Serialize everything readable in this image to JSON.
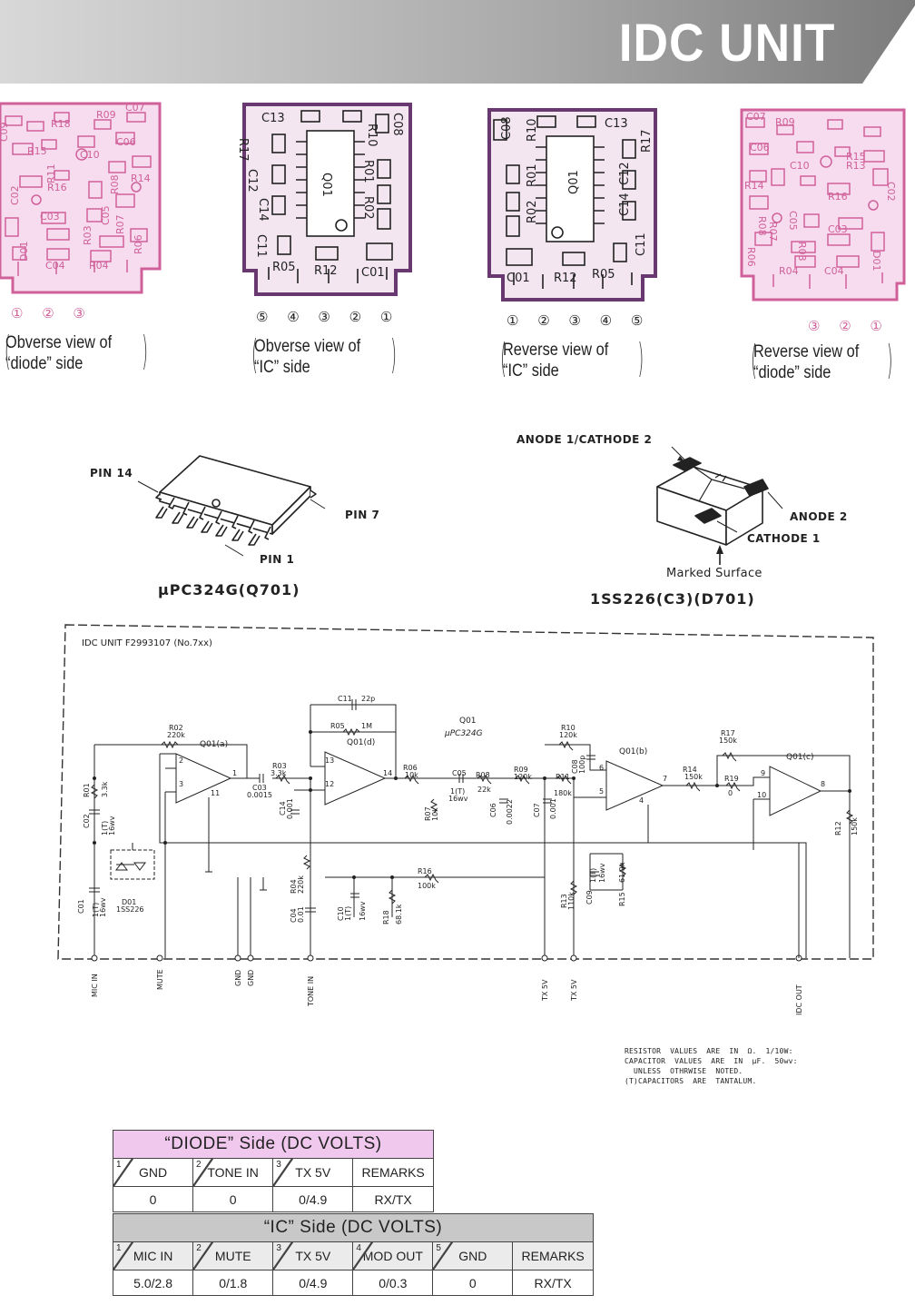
{
  "banner": {
    "title": "IDC UNIT"
  },
  "boards": [
    {
      "name": "obverse-diode",
      "caption_l1": "Obverse view of",
      "caption_l2": "“diode” side",
      "pins": "① ② ③",
      "parts": [
        "C09",
        "R18",
        "R09",
        "C07",
        "R15",
        "C10",
        "C06",
        "R13",
        "R11",
        "R16",
        "R14",
        "R08",
        "C02",
        "C05",
        "C03",
        "R03",
        "R07",
        "R06",
        "D01",
        "C04",
        "R04"
      ]
    },
    {
      "name": "obverse-ic",
      "caption_l1": "Obverse view of",
      "caption_l2": "“IC” side",
      "pins": "⑤ ④ ③ ② ①",
      "parts": [
        "C13",
        "R10",
        "C08",
        "R17",
        "Q01",
        "R01",
        "C12",
        "R02",
        "C14",
        "C11",
        "R05",
        "R12",
        "C01"
      ]
    },
    {
      "name": "reverse-ic",
      "caption_l1": "Reverse view of",
      "caption_l2": "“IC” side",
      "pins": "① ② ③ ④ ⑤",
      "parts": [
        "C08",
        "R10",
        "C13",
        "R17",
        "R01",
        "Q01",
        "C12",
        "R02",
        "C14",
        "C11",
        "C01",
        "R12",
        "R05"
      ]
    },
    {
      "name": "reverse-diode",
      "caption_l1": "Reverse view of",
      "caption_l2": "“diode” side",
      "pins": "③ ② ①",
      "parts": [
        "C07",
        "R09",
        "C06",
        "R15",
        "C10",
        "R13",
        "R14",
        "R16",
        "C05",
        "R08",
        "R07",
        "C03",
        "R03",
        "R06",
        "D01",
        "R04",
        "C04",
        "C02"
      ]
    }
  ],
  "ic_drawing": {
    "pin14": "PIN 14",
    "pin7": "PIN 7",
    "pin1": "PIN 1",
    "part": "μPC324G(Q701)"
  },
  "diode_drawing": {
    "anode1": "ANODE 1/CATHODE 2",
    "anode2": "ANODE 2",
    "cathode1": "CATHODE 1",
    "marked": "Marked Surface",
    "part": "1SS226(C3)(D701)"
  },
  "schematic": {
    "title": "IDC UNIT F2993107 (No.7xx)",
    "q01_label": "Q01",
    "q01_part": "μPC324G",
    "amps": [
      "Q01(a)",
      "Q01(d)",
      "Q01(b)",
      "Q01(c)"
    ],
    "components": {
      "R02": [
        "R02",
        "220k"
      ],
      "R01": [
        "R01",
        "3.3k"
      ],
      "C02": [
        "C02",
        "1(T)",
        "16wv"
      ],
      "D01": [
        "D01",
        "1SS226"
      ],
      "C01": [
        "C01",
        "1(T)",
        "16wv"
      ],
      "C11": [
        "C11",
        "22p"
      ],
      "R05": [
        "R05",
        "1M"
      ],
      "R03": [
        "R03",
        "3.3k"
      ],
      "C03": [
        "C03",
        "0.0015"
      ],
      "C14": [
        "C14",
        "0.001"
      ],
      "R04": [
        "R04",
        "220k"
      ],
      "C04": [
        "C04",
        "0.01"
      ],
      "R06": [
        "R06",
        "10k"
      ],
      "R07": [
        "R07",
        "10k"
      ],
      "C05": [
        "C05",
        "1(T)",
        "16wv"
      ],
      "R08": [
        "R08",
        "22k"
      ],
      "C06": [
        "C06",
        "0.0022"
      ],
      "R09": [
        "R09",
        "120k"
      ],
      "C07": [
        "C07",
        "0.001"
      ],
      "R10": [
        "R10",
        "120k"
      ],
      "C08": [
        "C08",
        "100p"
      ],
      "R11": [
        "R11",
        "180k"
      ],
      "R14": [
        "R14",
        "150k"
      ],
      "R17": [
        "R17",
        "150k"
      ],
      "R19": [
        "R19",
        "0"
      ],
      "R12": [
        "R12",
        "150k"
      ],
      "R16": [
        "R16",
        "100k"
      ],
      "R13": [
        "R13",
        "110k"
      ],
      "C09": [
        "C09",
        "1(T)",
        "16wv"
      ],
      "R15": [
        "R15",
        "61.9k"
      ],
      "C10": [
        "C10",
        "1(T)",
        "16wv"
      ],
      "R18": [
        "R18",
        "68.1k"
      ]
    },
    "pins": [
      "2",
      "3",
      "1",
      "11",
      "13",
      "12",
      "14",
      "6",
      "5",
      "7",
      "4",
      "9",
      "10",
      "8"
    ],
    "terminals": [
      "MIC IN",
      "MUTE",
      "GND",
      "GND",
      "TONE IN",
      "TX 5V",
      "TX 5V",
      "IDC OUT"
    ]
  },
  "notes": "RESISTOR  VALUES  ARE  IN  Ω.  1/10W:\nCAPACITOR  VALUES  ARE  IN  μF.  50wv:\n  UNLESS  OTHRWISE  NOTED.\n(T)CAPACITORS  ARE  TANTALUM.",
  "diode_table": {
    "title": "“DIODE” Side  (DC VOLTS)",
    "headers": [
      {
        "n": "1",
        "label": "GND"
      },
      {
        "n": "2",
        "label": "TONE IN"
      },
      {
        "n": "3",
        "label": "TX 5V"
      },
      {
        "n": "",
        "label": "REMARKS"
      }
    ],
    "values": [
      "0",
      "0",
      "0/4.9",
      "RX/TX"
    ]
  },
  "ic_table": {
    "title": "“IC” Side  (DC VOLTS)",
    "headers": [
      {
        "n": "1",
        "label": "MIC IN"
      },
      {
        "n": "2",
        "label": "MUTE"
      },
      {
        "n": "3",
        "label": "TX 5V"
      },
      {
        "n": "4",
        "label": "MOD OUT"
      },
      {
        "n": "5",
        "label": "GND"
      },
      {
        "n": "",
        "label": "REMARKS"
      }
    ],
    "values": [
      "5.0/2.8",
      "0/1.8",
      "0/4.9",
      "0/0.3",
      "0",
      "RX/TX"
    ]
  },
  "colors": {
    "pink": "#d0609a",
    "purple": "#6a3870",
    "banner": "#8a8a8a"
  }
}
